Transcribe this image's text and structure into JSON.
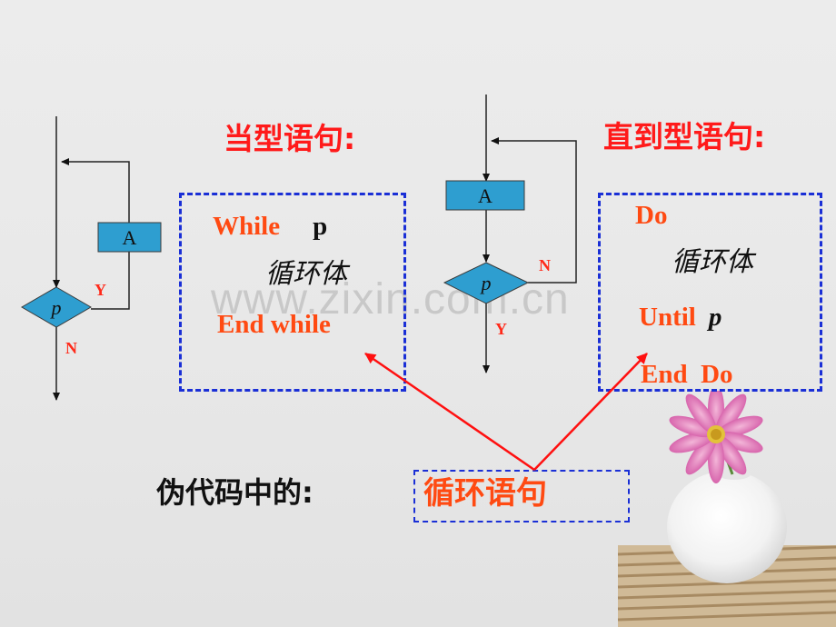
{
  "headings": {
    "while_type": "当型语句:",
    "until_type": "直到型语句:"
  },
  "while_code": {
    "line1_keyword": "While",
    "line1_var": "p",
    "body": "循环体",
    "line3": "End while"
  },
  "until_code": {
    "line1": "Do",
    "body": "循环体",
    "line3_keyword": "Until",
    "line3_var": "p",
    "line4": "End  Do"
  },
  "left_flow": {
    "box_label": "A",
    "diamond_label": "p",
    "yes_label": "Y",
    "no_label": "N"
  },
  "right_flow": {
    "box_label": "A",
    "diamond_label": "p",
    "yes_label": "Y",
    "no_label": "N"
  },
  "bottom": {
    "label": "伪代码中的:",
    "keyword": "循环语句"
  },
  "watermark": "www.zixin.com.cn",
  "colors": {
    "heading": "#ff1a1a",
    "code": "#ff4a12",
    "dash": "#1a2fd6",
    "box_fill": "#2e9ed0",
    "diamond_fill": "#2e9ed0",
    "arrow_red": "#ff1010"
  }
}
